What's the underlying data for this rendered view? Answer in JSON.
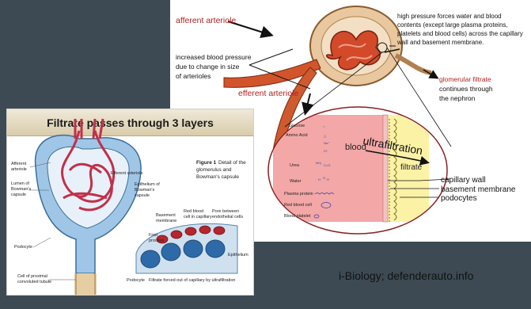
{
  "top_diagram": {
    "afferent_label": "afferent arteriole",
    "efferent_label": "efferent arteriole",
    "pressure_note": [
      "high pressure forces water and blood",
      "contents (except large plasma proteins,",
      "platelets and blood cells) across the capillary",
      "wall and basement membrane."
    ],
    "bp_note": [
      "increased blood pressure",
      "due to change in size",
      "of arterioles"
    ],
    "filtrate_note": [
      "glomerular filtrate",
      "continues through",
      "the nephron"
    ]
  },
  "zoom_diagram": {
    "solutes": [
      "Glucose",
      "Amino Acid",
      "Urea",
      "Water",
      "Plasma protein",
      "Red blood cell",
      "Blood platelet"
    ],
    "blood_label": "blood",
    "process_label": "ultrafiltration",
    "filtrate_label": "filtrate",
    "layers": [
      "capillary wall",
      "basement membrane",
      "podocytes"
    ],
    "symbols": [
      "Na⁺",
      "Cl⁻",
      "NH₂",
      "C=O",
      "H",
      "O",
      "H"
    ]
  },
  "left_panel": {
    "title": "Filtrate passes through 3 layers",
    "figure_label": "Figure 1",
    "figure_caption": [
      "Detail of the",
      "glomerulus and",
      "Bowman's capsule"
    ],
    "labels": {
      "afferent": [
        "Afferent",
        "arteriole"
      ],
      "efferent": "Efferent arteriole",
      "lumen": [
        "Lumen of",
        "Bowman's",
        "capsule"
      ],
      "epithelium_bc": [
        "Epithelium of",
        "Bowman's",
        "capsule"
      ],
      "basement": [
        "Basement",
        "membrane"
      ],
      "rbc": [
        "Red blood",
        "cell in capillary"
      ],
      "pore": [
        "Pore between",
        "endothelial cells"
      ],
      "foot": [
        "Foot",
        "process"
      ],
      "podocyte_left": "Podocyte",
      "epithelium": "Epithelium",
      "cell_tubule": [
        "Cell of proximal",
        "convoluted tubule"
      ],
      "podocyte_bottom": "Podocyte",
      "forced": "Filtrate forced out of capillary by ultrafiltration"
    }
  },
  "credit": "i-Biology; defenderauto.info"
}
